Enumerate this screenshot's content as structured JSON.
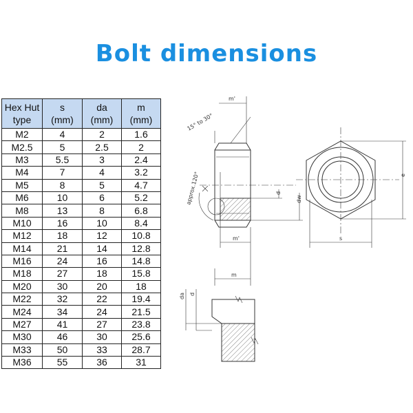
{
  "title": "Bolt dimensions",
  "table": {
    "headers": [
      {
        "line1": "Hex Hut",
        "line2": "type"
      },
      {
        "line1": "s",
        "line2": "(mm)"
      },
      {
        "line1": "da",
        "line2": "(mm)"
      },
      {
        "line1": "m",
        "line2": "(mm)"
      }
    ],
    "rows": [
      [
        "M2",
        "4",
        "2",
        "1.6"
      ],
      [
        "M2.5",
        "5",
        "2.5",
        "2"
      ],
      [
        "M3",
        "5.5",
        "3",
        "2.4"
      ],
      [
        "M4",
        "7",
        "4",
        "3.2"
      ],
      [
        "M5",
        "8",
        "5",
        "4.7"
      ],
      [
        "M6",
        "10",
        "6",
        "5.2"
      ],
      [
        "M8",
        "13",
        "8",
        "6.8"
      ],
      [
        "M10",
        "16",
        "10",
        "8.4"
      ],
      [
        "M12",
        "18",
        "12",
        "10.8"
      ],
      [
        "M14",
        "21",
        "14",
        "12.8"
      ],
      [
        "M16",
        "24",
        "16",
        "14.8"
      ],
      [
        "M18",
        "27",
        "18",
        "15.8"
      ],
      [
        "M20",
        "30",
        "20",
        "18"
      ],
      [
        "M22",
        "32",
        "22",
        "19.4"
      ],
      [
        "M24",
        "34",
        "24",
        "21.5"
      ],
      [
        "M27",
        "41",
        "27",
        "23.8"
      ],
      [
        "M30",
        "46",
        "30",
        "25.6"
      ],
      [
        "M33",
        "50",
        "33",
        "28.7"
      ],
      [
        "M36",
        "55",
        "36",
        "31"
      ]
    ]
  },
  "drawing": {
    "chamfer_label": "15° to 30°",
    "angle_label": "approx.120°",
    "m_prime_label": "m'",
    "m_label": "m",
    "s_label": "s",
    "e_label": "e",
    "d_label": "d",
    "dw_label": "dw",
    "da_label": "da",
    "d_label_detail": "d"
  }
}
